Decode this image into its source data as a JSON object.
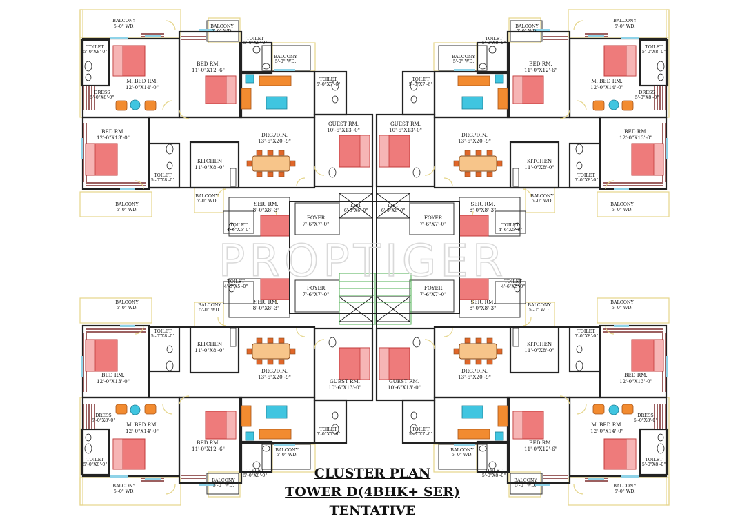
{
  "watermark": "PROPTIGER",
  "title": {
    "line1": "CLUSTER PLAN",
    "line2": "TOWER D(4BHK+ SER)",
    "line3": "TENTATIVE"
  },
  "labels": {
    "balcony": "BALCONY",
    "bal_dim_a": "5'-0\" WD.",
    "toilet": "TOILET",
    "toilet_dim_a": "5'-0\"X8'-0\"",
    "toilet_dim_b": "5'-0\"X7'-6\"",
    "toilet_dim_c": "4'-6\"X5'-0\"",
    "dress": "DRESS",
    "dress_dim": "5'-0\"X8'-0\"",
    "mbed": "M. BED RM.",
    "mbed_dim": "12'-0\"X14'-0\"",
    "bed": "BED RM.",
    "bed_dim_a": "11'-0\"X12'-6\"",
    "bed_dim_b": "12'-0\"X13'-0\"",
    "drg": "DRG./DIN.",
    "drg_dim": "13'-6\"X20'-9\"",
    "kitchen": "KITCHEN",
    "kitchen_dim": "11'-0\"X8'-0\"",
    "guest": "GUEST RM.",
    "guest_dim": "10'-6\"X13'-0\"",
    "ser": "SER. RM.",
    "ser_dim": "8'-0\"X8'-3\"",
    "foyer": "FOYER",
    "foyer_dim": "7'-6\"X7'-0\"",
    "lift": "LIFT",
    "lift_dim": "6'-0\"X6'-0\""
  }
}
